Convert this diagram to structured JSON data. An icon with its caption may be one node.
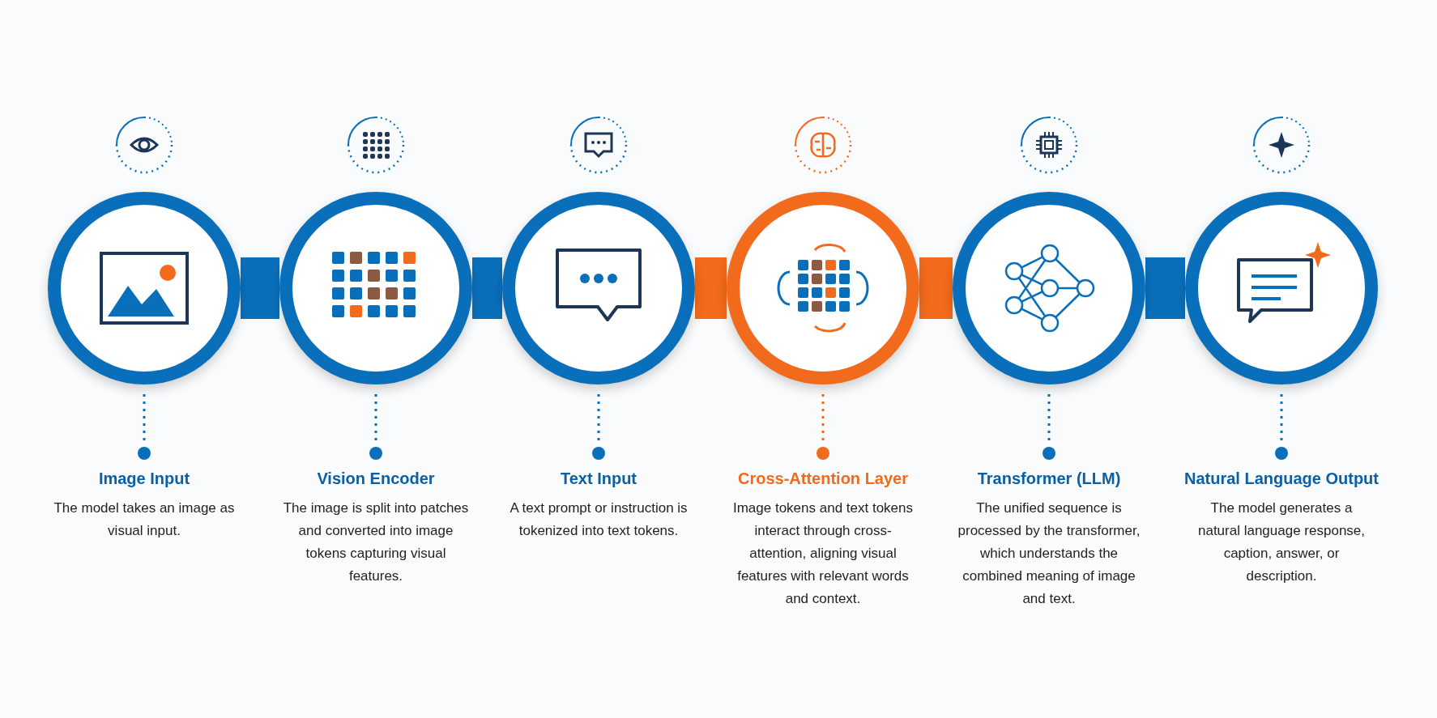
{
  "diagram": {
    "nodes": [
      {
        "text": [],
        "shape": "circle",
        "beside": [
          "Image Input",
          "The model takes an image as visual input."
        ]
      },
      {
        "text": [],
        "shape": "circle",
        "beside": [
          "Vision Encoder",
          "The image is split into patches and converted into image tokens capturing visual features."
        ]
      },
      {
        "text": [],
        "shape": "circle",
        "beside": [
          "Text Input",
          "A text prompt or instruction is tokenized into text tokens."
        ]
      },
      {
        "text": [],
        "shape": "circle",
        "beside": [
          "Cross-Attention Layer",
          "Image tokens and text tokens interact through cross-attention, aligning visual features with relevant words and context."
        ]
      },
      {
        "text": [],
        "shape": "circle",
        "beside": [
          "Transformer (LLM)",
          "The unified sequence is processed by the transformer, which understands the combined meaning of image and text."
        ]
      },
      {
        "text": [],
        "shape": "circle",
        "beside": [
          "Natural Language Output",
          "The model generates a natural language response, caption, answer, or description."
        ]
      }
    ],
    "edges": [
      {
        "from": 0,
        "to": 1,
        "arrow": "none"
      },
      {
        "from": 1,
        "to": 2,
        "arrow": "none"
      },
      {
        "from": 2,
        "to": 3,
        "arrow": "none",
        "color": "#f26a1b"
      },
      {
        "from": 3,
        "to": 4,
        "arrow": "none",
        "color": "#f26a1b"
      },
      {
        "from": 4,
        "to": 5,
        "arrow": "none"
      }
    ]
  }
}
